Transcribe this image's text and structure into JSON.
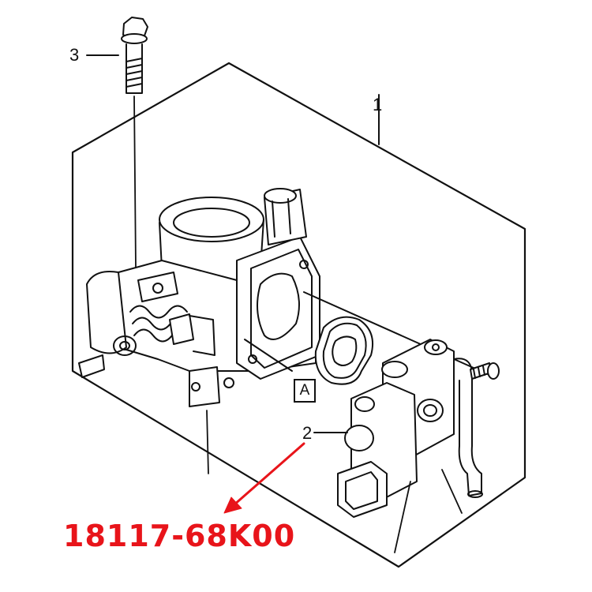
{
  "callouts": {
    "one": "1",
    "two": "2",
    "three": "3",
    "ref_a": "A"
  },
  "part_number": "18117-68K00",
  "colors": {
    "line": "#111111",
    "accent": "#e8141a",
    "background": "#ffffff"
  }
}
